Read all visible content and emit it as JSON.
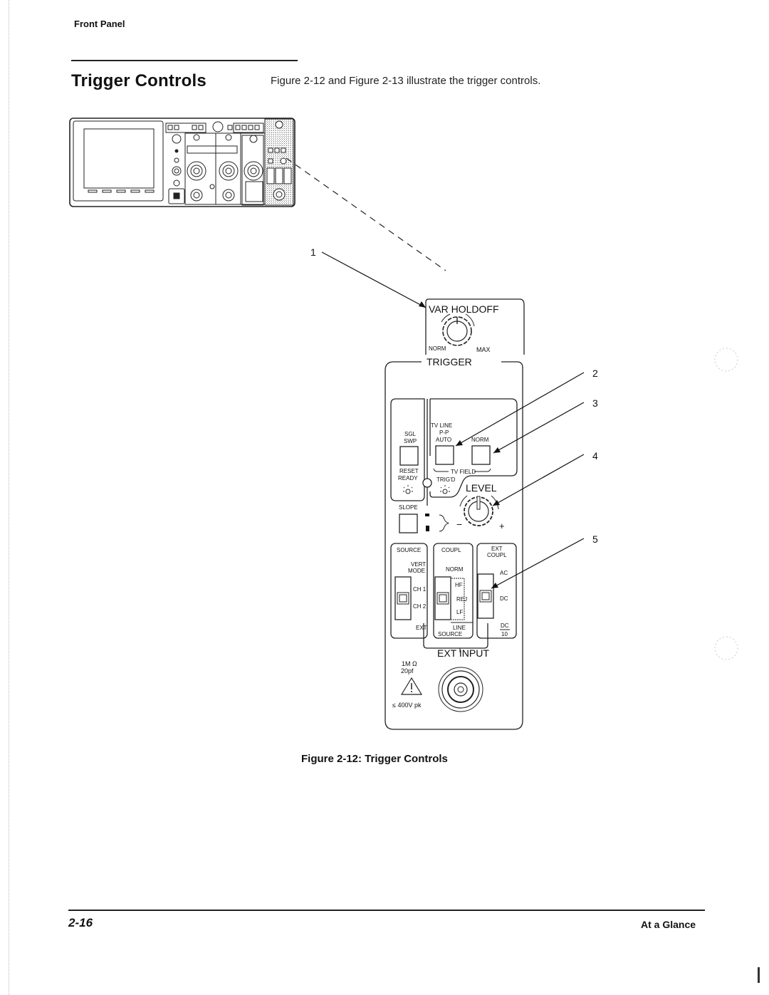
{
  "page": {
    "running_head": "Front Panel",
    "section_title": "Trigger Controls",
    "intro_text": "Figure 2-12 and Figure 2-13 illustrate the trigger controls.",
    "figure_caption": "Figure 2-12:  Trigger Controls",
    "page_number": "2-16",
    "chapter_title": "At a Glance"
  },
  "figure": {
    "callouts": [
      "1",
      "2",
      "3",
      "4",
      "5"
    ],
    "var_holdoff": {
      "title": "VAR HOLDOFF",
      "min_label": "NORM",
      "max_label": "MAX"
    },
    "trigger_title": "TRIGGER",
    "sgl_swp": {
      "label_line1": "SGL",
      "label_line2": "SWP",
      "status_line1": "RESET",
      "status_line2": "READY"
    },
    "mode": {
      "auto_label_line1": "TV LINE",
      "auto_label_line2": "P-P",
      "auto_label_line3": "AUTO",
      "norm_label": "NORM",
      "tv_field_label": "TV FIELD",
      "trigd_label": "TRIG'D"
    },
    "level": {
      "title": "LEVEL",
      "minus": "−",
      "plus": "+"
    },
    "slope": {
      "title": "SLOPE"
    },
    "source": {
      "title": "SOURCE",
      "opt_vert_line1": "VERT",
      "opt_vert_line2": "MODE",
      "opt_ch1": "CH 1",
      "opt_ch2": "CH 2",
      "opt_ext": "EXT"
    },
    "coupl": {
      "title": "COUPL",
      "opt_norm": "NORM",
      "opt_hf": "HF",
      "opt_rej": "REJ",
      "opt_lf": "LF",
      "opt_line": "LINE",
      "opt_source": "SOURCE"
    },
    "ext_coupl": {
      "title_line1": "EXT",
      "title_line2": "COUPL",
      "opt_ac": "AC",
      "opt_dc": "DC",
      "opt_dc10_top": "DC",
      "opt_dc10_bottom": "10"
    },
    "ext_input": {
      "title": "EXT INPUT",
      "impedance": "1M Ω",
      "capacitance": "20pf",
      "max_voltage": "≤  400V pk"
    }
  }
}
